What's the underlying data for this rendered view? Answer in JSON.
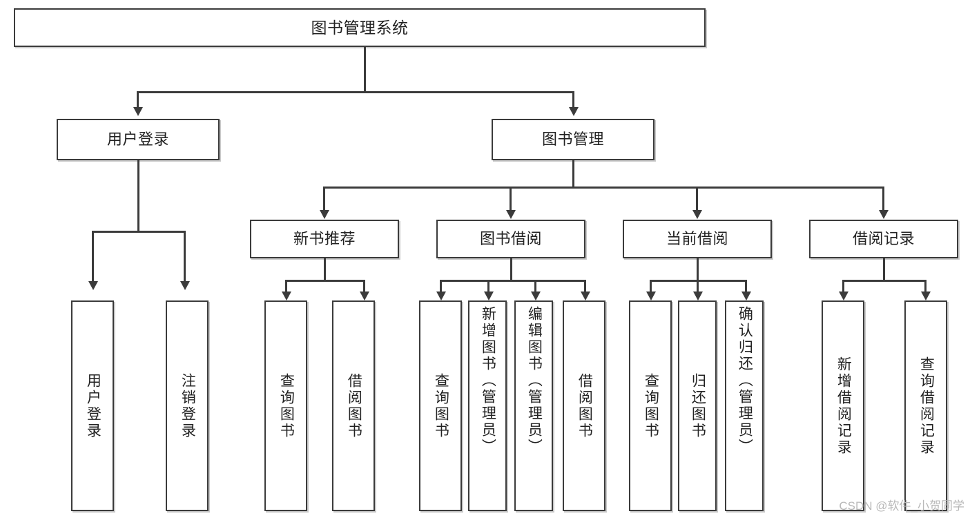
{
  "diagram": {
    "type": "tree-hierarchy",
    "title": "图书管理系统",
    "watermark": "CSDN @软件_小贺同学",
    "colors": {
      "border": "#3b3b3b",
      "shadow": "#c9c9c9",
      "background": "#ffffff",
      "text": "#222222",
      "watermark": "#b8b8b8"
    },
    "root": {
      "label": "图书管理系统"
    },
    "level2": [
      {
        "label": "用户登录"
      },
      {
        "label": "图书管理"
      }
    ],
    "level3": [
      {
        "label": "新书推荐"
      },
      {
        "label": "图书借阅"
      },
      {
        "label": "当前借阅"
      },
      {
        "label": "借阅记录"
      }
    ],
    "leaves": {
      "user_login": [
        {
          "label": "用户登录"
        },
        {
          "label": "注销登录"
        }
      ],
      "new_book_recommend": [
        {
          "label": "查询图书"
        },
        {
          "label": "借阅图书"
        }
      ],
      "book_borrow": [
        {
          "label": "查询图书"
        },
        {
          "label": "新增图书（管理员）"
        },
        {
          "label": "编辑图书（管理员）"
        },
        {
          "label": "借阅图书"
        }
      ],
      "current_borrow": [
        {
          "label": "查询图书"
        },
        {
          "label": "归还图书"
        },
        {
          "label": "确认归还（管理员）"
        }
      ],
      "borrow_record": [
        {
          "label": "新增借阅记录"
        },
        {
          "label": "查询借阅记录"
        }
      ]
    }
  }
}
